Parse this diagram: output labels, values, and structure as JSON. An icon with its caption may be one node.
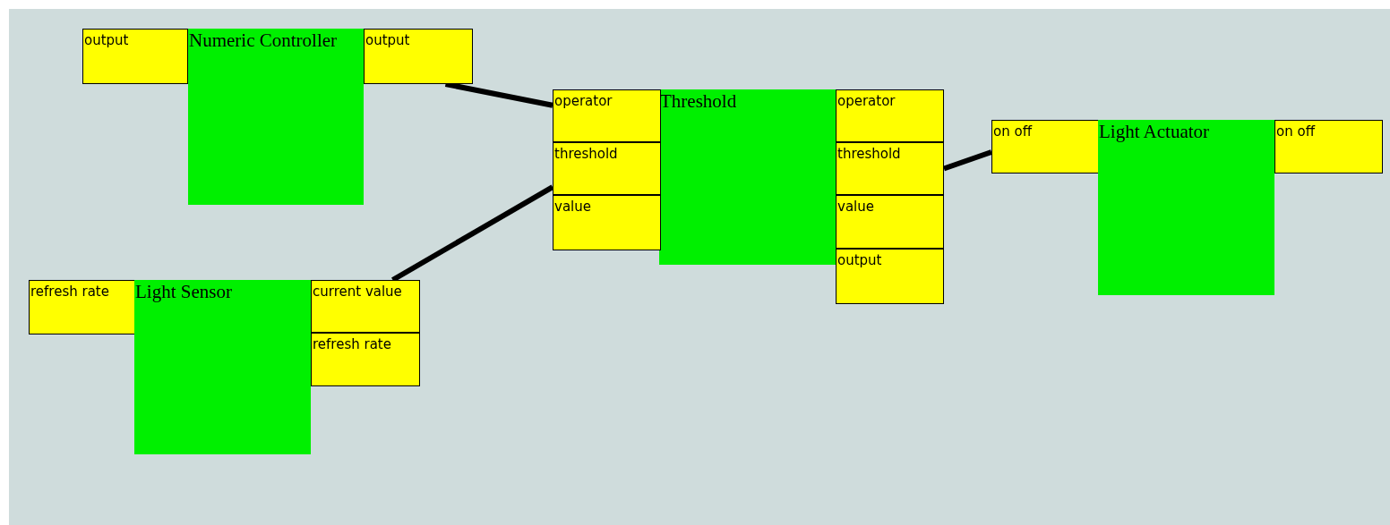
{
  "diagram": {
    "nodes": [
      {
        "text": [
          "output"
        ]
      },
      {
        "text": [
          "Numeric Controller"
        ]
      },
      {
        "text": [
          "output"
        ]
      },
      {
        "text": [
          "Threshold"
        ]
      },
      {
        "text": [
          "operator"
        ]
      },
      {
        "text": [
          "threshold"
        ]
      },
      {
        "text": [
          "value"
        ]
      },
      {
        "text": [
          "operator"
        ]
      },
      {
        "text": [
          "threshold"
        ]
      },
      {
        "text": [
          "value"
        ]
      },
      {
        "text": [
          "output"
        ]
      },
      {
        "text": [
          "on off"
        ]
      },
      {
        "text": [
          "Light Actuator"
        ]
      },
      {
        "text": [
          "on off"
        ]
      },
      {
        "text": [
          "refresh rate"
        ]
      },
      {
        "text": [
          "Light Sensor"
        ]
      },
      {
        "text": [
          "current value"
        ]
      },
      {
        "text": [
          "refresh rate"
        ]
      }
    ],
    "edges": [
      {
        "from": 2,
        "to": 4,
        "arrow": "none"
      },
      {
        "from": 16,
        "to": 5,
        "arrow": "none"
      },
      {
        "from": 8,
        "to": 11,
        "arrow": "none"
      }
    ]
  }
}
